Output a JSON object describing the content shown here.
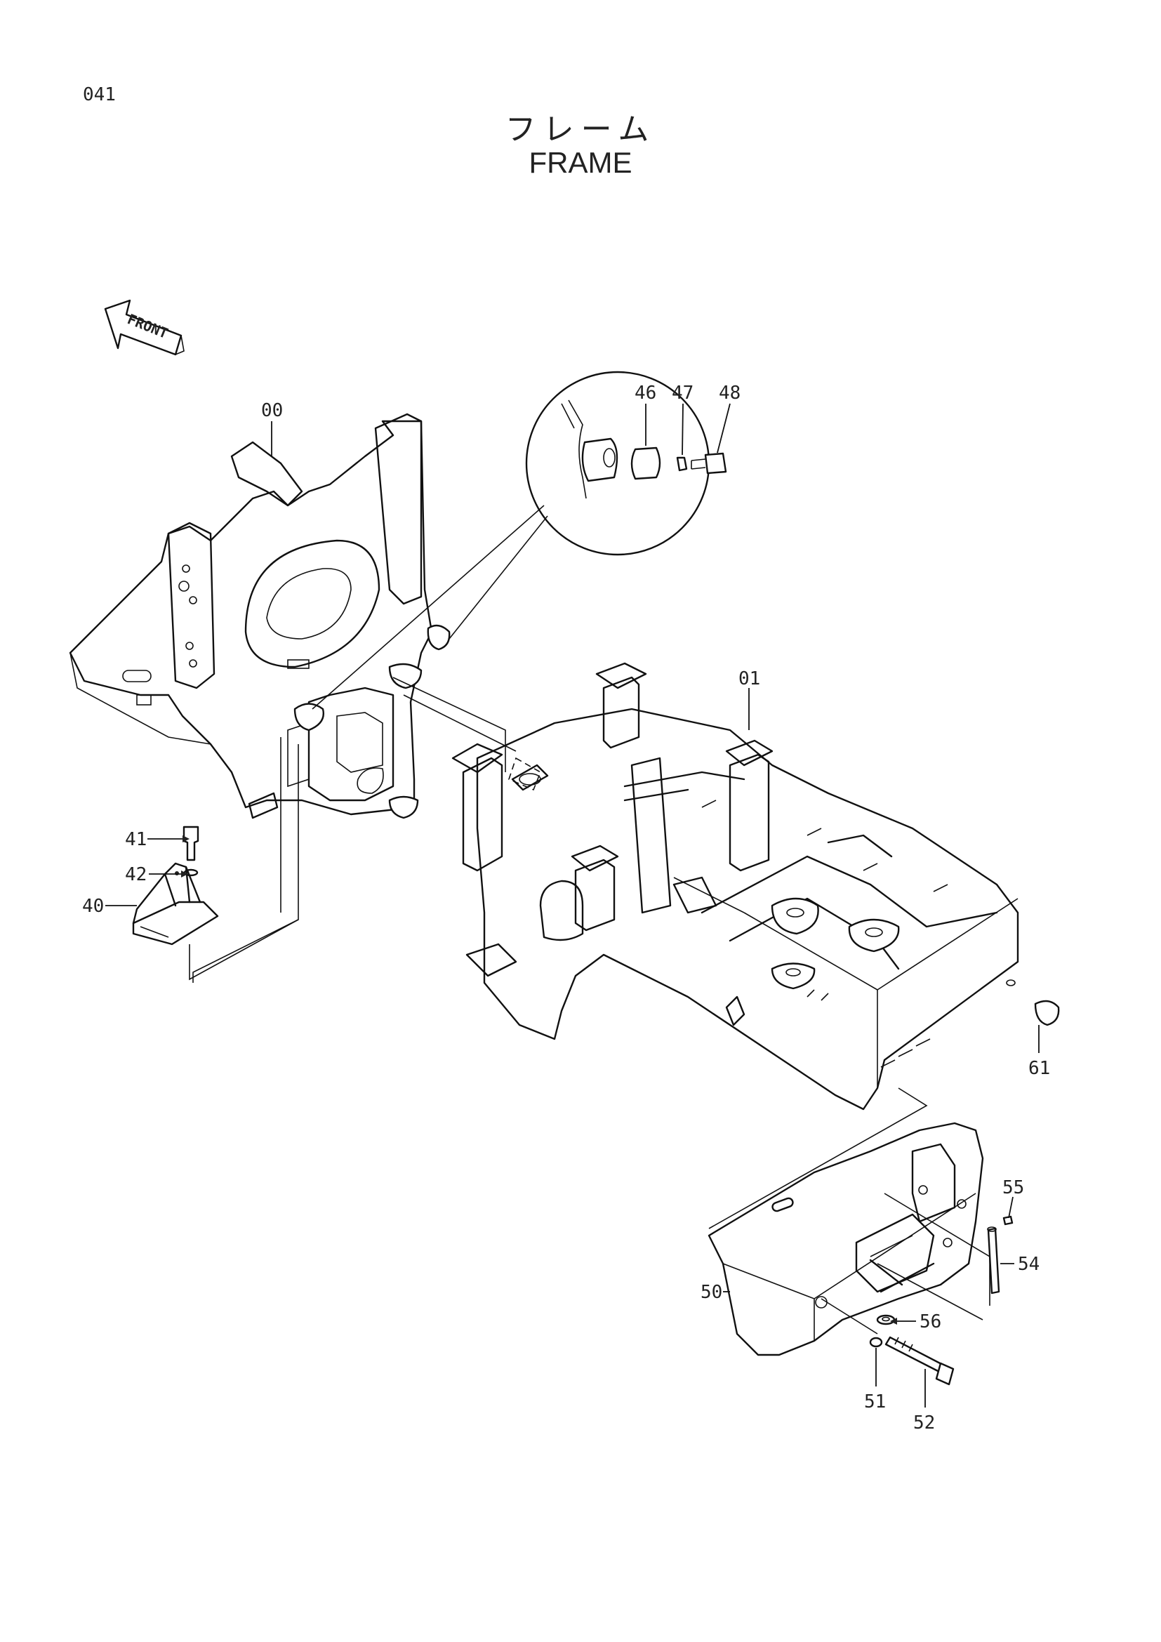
{
  "page_number": "041",
  "title_jp": "フレーム",
  "title_en": "FRAME",
  "front_label": "FRONT",
  "callouts": {
    "c00": "00",
    "c01": "01",
    "c40": "40",
    "c41": "41",
    "c42": "42",
    "c46": "46",
    "c47": "47",
    "c48": "48",
    "c50": "50",
    "c51": "51",
    "c52": "52",
    "c54": "54",
    "c55": "55",
    "c56": "56",
    "c61": "61"
  }
}
